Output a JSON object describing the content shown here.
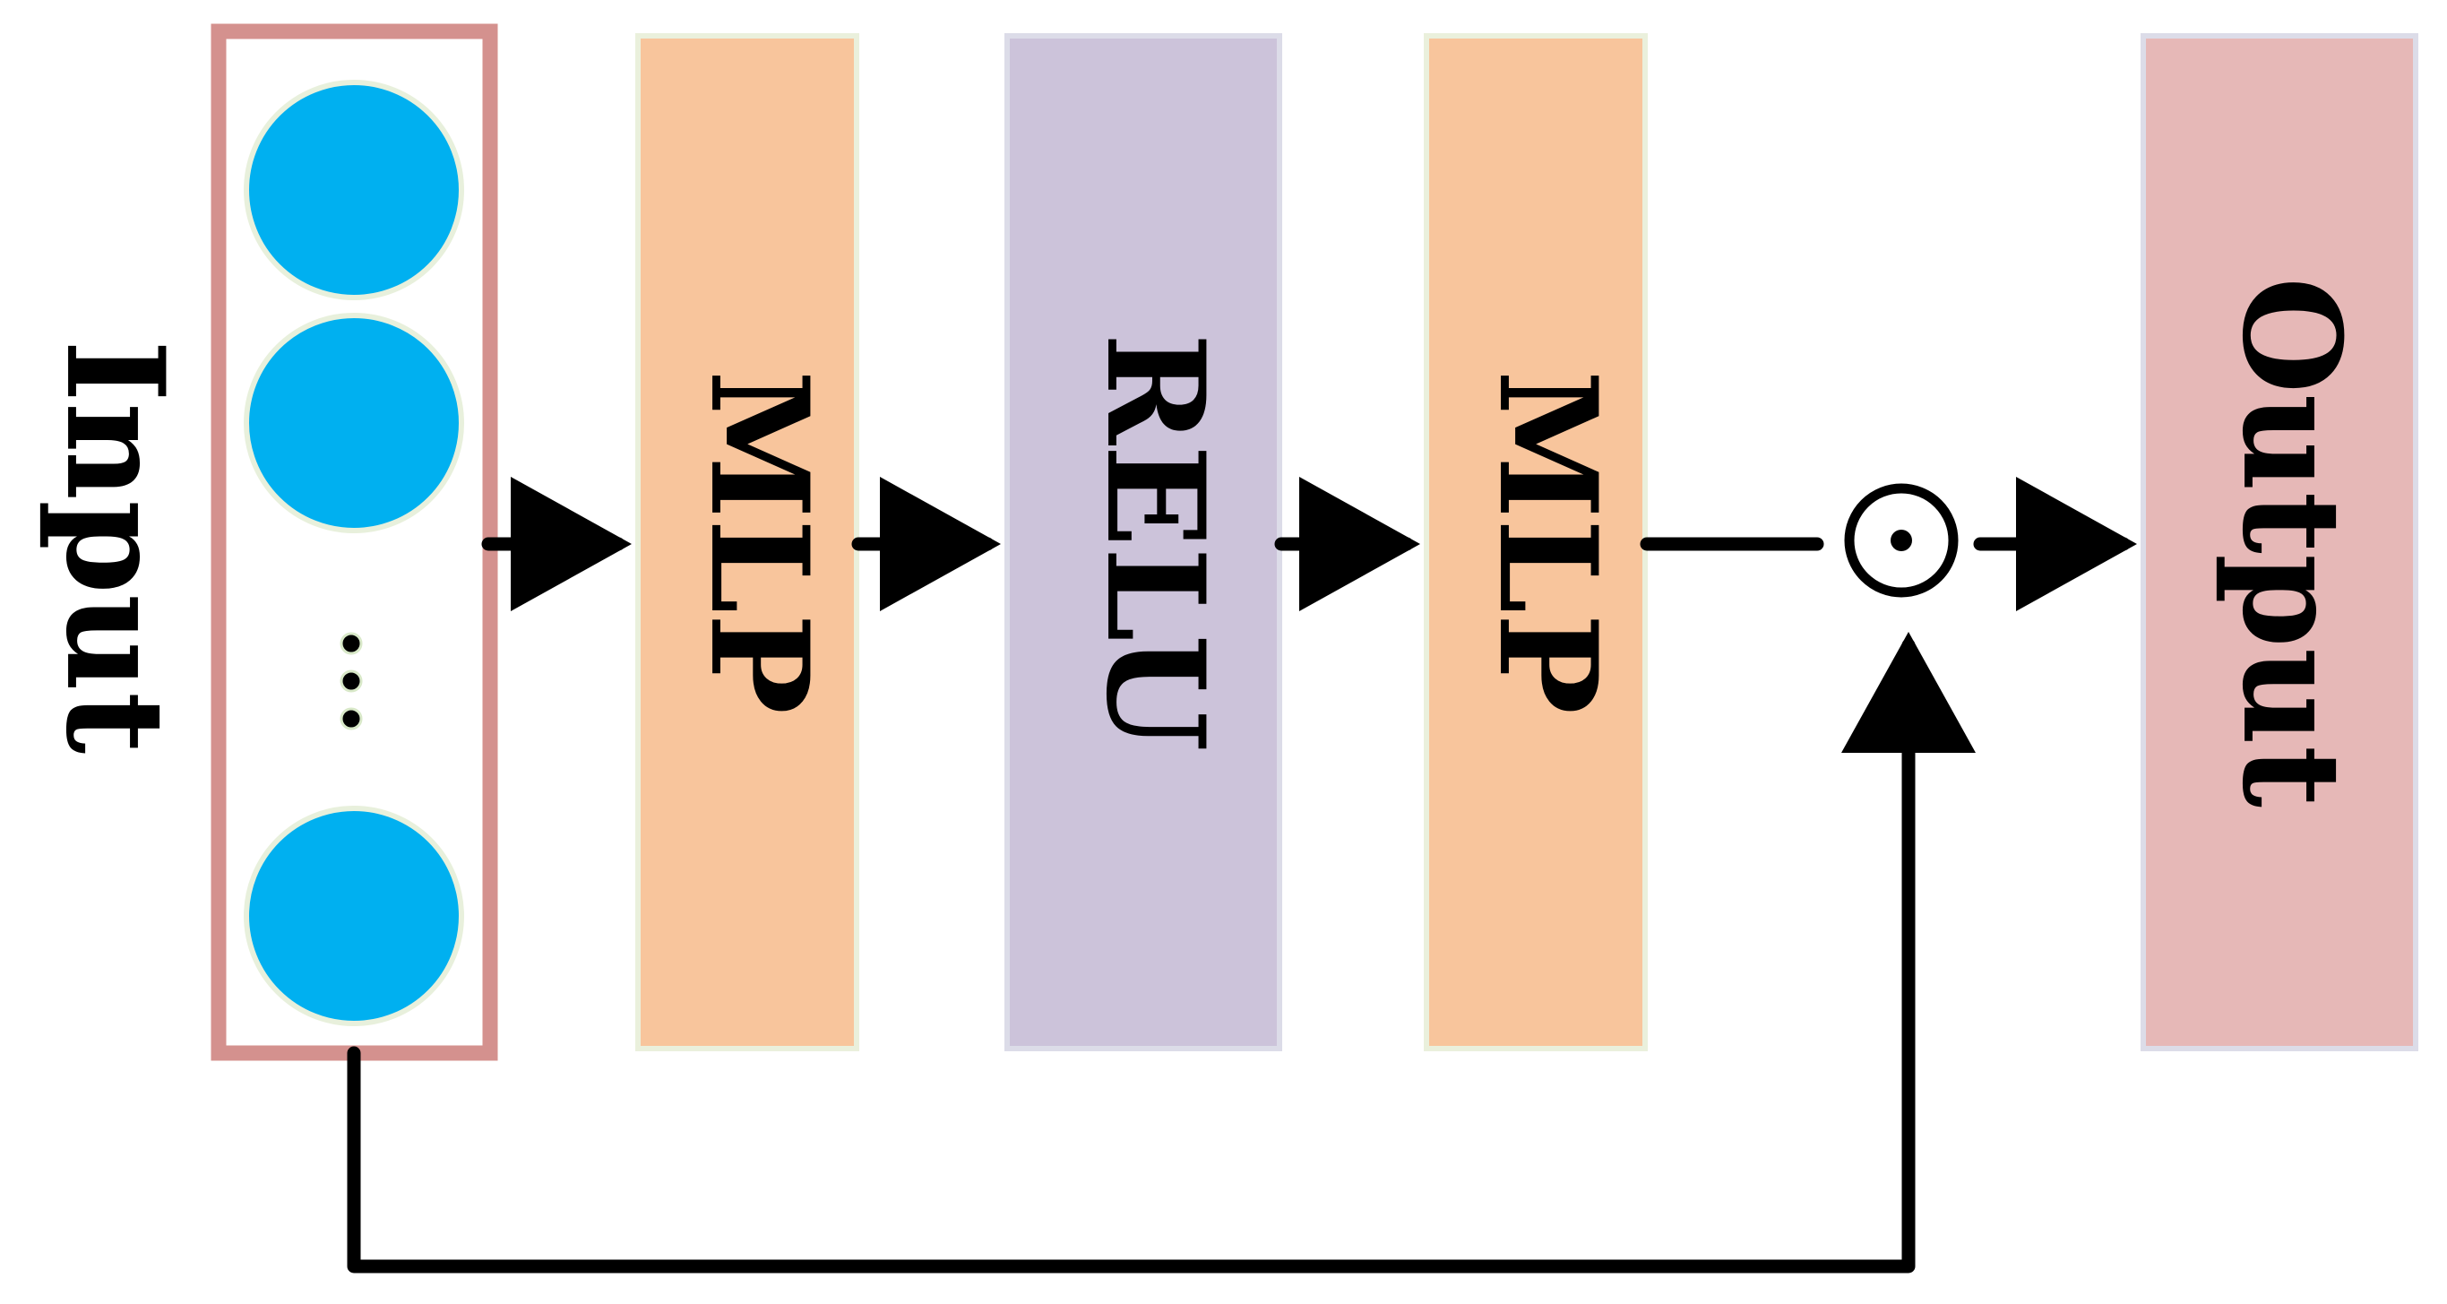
{
  "labels": {
    "input": "Input",
    "mlp1": "MLP",
    "relu": "RELU",
    "mlp2": "MLP",
    "output": "Output",
    "ellipsis": "..."
  },
  "operator": {
    "symbol": "⊙",
    "meaning": "element-wise multiplication"
  },
  "colors": {
    "input_box_border": "#D4918E",
    "neuron_fill": "#00B0F0",
    "neuron_stroke": "#E8F0DC",
    "mlp_fill": "#F8C59C",
    "mlp_stroke": "#EAF0DC",
    "relu_fill": "#CCC3DA",
    "relu_stroke": "#DCDCE8",
    "output_fill": "#E6B8B7",
    "output_stroke": "#DCDCE8",
    "arrow": "#000000"
  }
}
